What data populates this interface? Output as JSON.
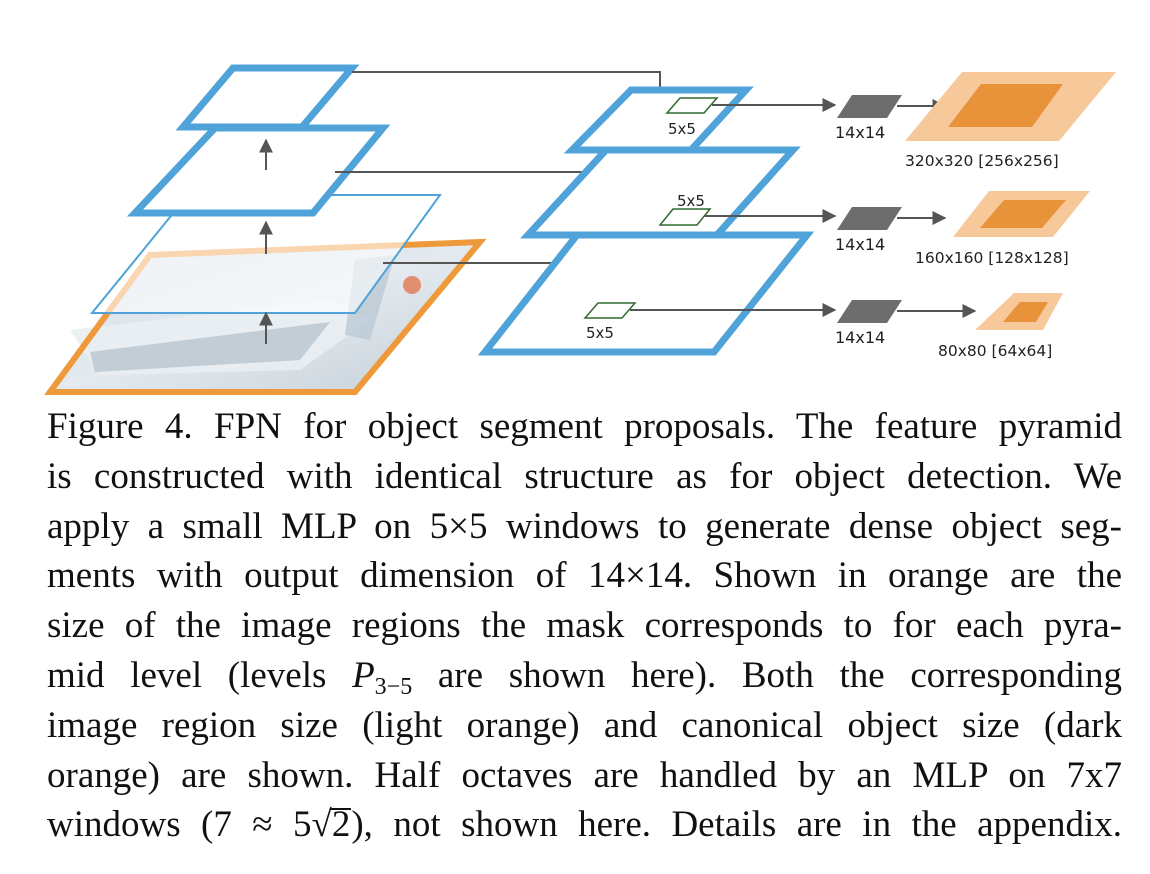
{
  "figure": {
    "window_label": "5x5",
    "mask_label": "14x14",
    "levels": [
      {
        "window_label": "5x5",
        "mask_label": "14x14",
        "region_label": "320x320 [256x256]"
      },
      {
        "window_label": "5x5",
        "mask_label": "14x14",
        "region_label": "160x160 [128x128]"
      },
      {
        "window_label": "5x5",
        "mask_label": "14x14",
        "region_label": "80x80 [64x64]"
      }
    ],
    "colors": {
      "pyramid_blue": "#4fa3d9",
      "arrow_gray": "#555555",
      "mask_gray": "#6d6d6d",
      "window_green": "#2e6b2e",
      "light_orange": "#f7c99a",
      "dark_orange": "#e8923a",
      "image_border_orange": "#ef9a3a"
    }
  },
  "caption": {
    "lines": [
      "Figure 4. FPN for object segment proposals. The feature pyramid",
      "is constructed with identical structure as for object detection. We",
      "apply a small MLP on 5×5 windows to generate dense object seg-",
      "ments with output dimension of 14×14. Shown in orange are the",
      "size of the image regions the mask corresponds to for each pyra-"
    ],
    "line6_pre": "mid level (levels ",
    "line6_var": "P",
    "line6_sub": "3−5",
    "line6_post": " are shown here). Both the corresponding",
    "line7": "image region size (light orange) and canonical object size (dark",
    "line8": "orange) are shown. Half octaves are handled by an MLP on 7x7",
    "line9_pre": "windows (7 ≈ 5",
    "line9_root": "√",
    "line9_rad": "2",
    "line9_post": "), not shown here. Details are in the appendix."
  }
}
